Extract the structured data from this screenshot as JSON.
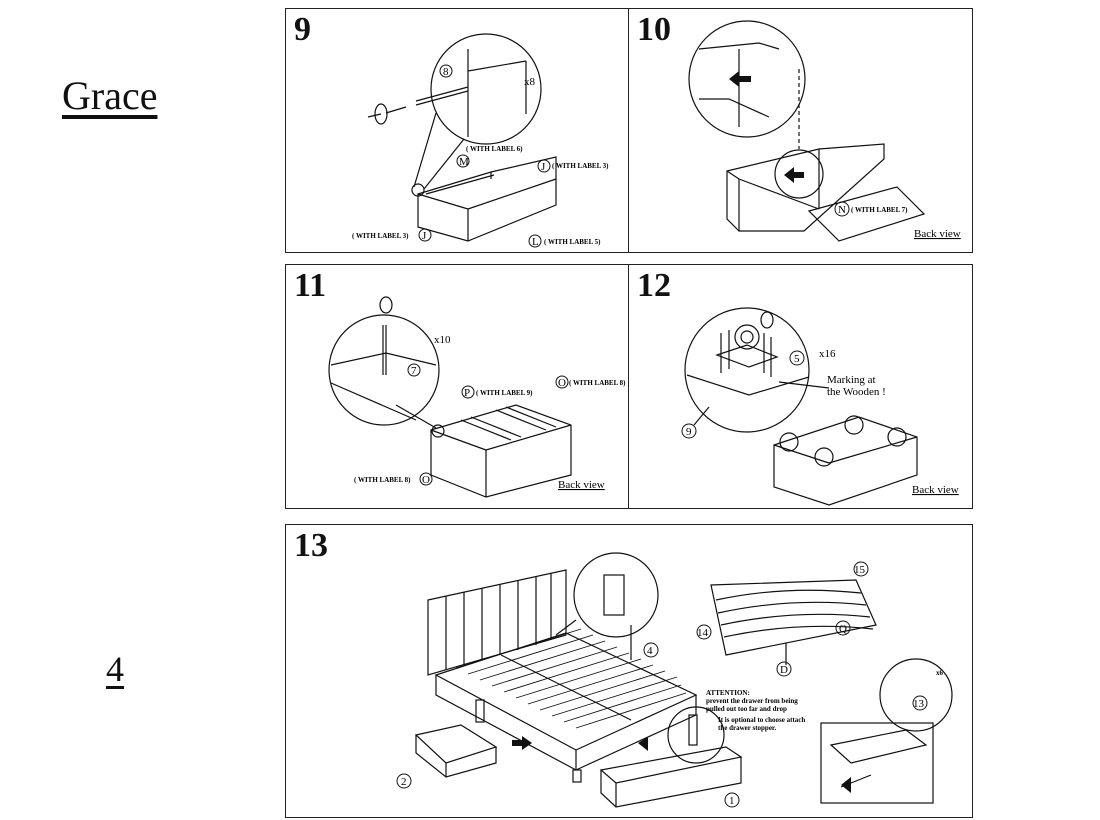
{
  "brand": "Grace",
  "page_number": "4",
  "steps": {
    "s9": {
      "number": "9",
      "qty": "x8",
      "labels": [
        "( WITH LABEL 6)",
        "( WITH LABEL 3)",
        "( WITH LABEL 3)",
        "( WITH LABEL 5)"
      ],
      "parts": [
        "8",
        "M",
        "J",
        "J",
        "L"
      ]
    },
    "s10": {
      "number": "10",
      "label": "( WITH LABEL 7)",
      "part": "N",
      "view": "Back view"
    },
    "s11": {
      "number": "11",
      "qty": "x10",
      "labels": [
        "( WITH LABEL 9)",
        "( WITH LABEL 8)",
        "( WITH LABEL 8)"
      ],
      "parts": [
        "7",
        "P",
        "O",
        "O"
      ],
      "view": "Back view"
    },
    "s12": {
      "number": "12",
      "qty": "x16",
      "note_line1": "Marking at",
      "note_line2": "the Wooden !",
      "parts": [
        "5",
        "9"
      ],
      "view": "Back view"
    },
    "s13": {
      "number": "13",
      "attention_title": "ATTENTION:",
      "attention_line1": "prevent the drawer from being",
      "attention_line2": "pulled out too far and drop",
      "attention_line3": "It is optional to choose attach",
      "attention_line4": "the drawer stopper.",
      "qty": "x6",
      "parts": [
        "4",
        "15",
        "14",
        "Q",
        "D",
        "13",
        "2",
        "1"
      ]
    }
  }
}
